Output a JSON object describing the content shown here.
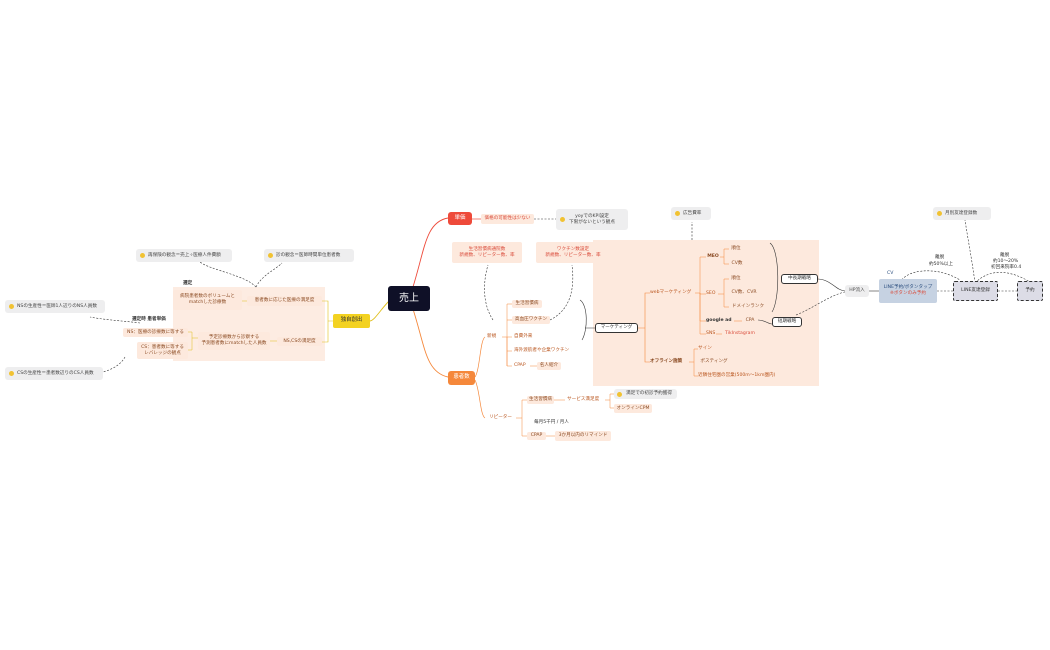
{
  "root": "売上",
  "branches": {
    "unit_price": "単価",
    "patients": "患者数",
    "competitive": "独自創出"
  },
  "unit_price_items": {
    "possibility": "価格の可能性は少ない",
    "yoy_note_line1": "yoyでのKPI設定",
    "yoy_note_line2": "下限がないという観点"
  },
  "patients_items": {
    "new": "新規",
    "repeater": "リピーター",
    "new_children": [
      "生活習慣病",
      "高血圧ワクチン",
      "自費外来",
      "海外渡航者や企業ワクチン",
      "CPAP"
    ],
    "cpap_note": "名人紹介",
    "repeater_children": [
      "生活習慣病",
      "CPAP"
    ],
    "service_improve": "サービス満足度",
    "continued_visit": "満足での初診予約獲得",
    "online_cpm": "オンラインCPM",
    "monthly_price": "毎月5千円 / 月人",
    "cpap_reminder": "3か月以内のリマインド",
    "kpi_note1_line1": "生活習慣病通院数",
    "kpi_note1_line2": "新規数、リピーター数、率",
    "kpi_note2_line1": "ワクチン数設定",
    "kpi_note2_line2": "新規数、リピーター数、率"
  },
  "marketing": {
    "label": "マーケティング",
    "web": "webマーケティング",
    "meo": "MEO",
    "meo_children": [
      "順位",
      "CV数"
    ],
    "seo": "SEO",
    "seo_children": [
      "順位",
      "CV数、CVR",
      "ドメインランク"
    ],
    "google_ad": "google ad",
    "cpa": "CPA",
    "sns": "SNS",
    "sns_detail": "TikInstagram",
    "offline": "オフライン施策",
    "offline_children": [
      "サイン",
      "ポスティング",
      "近隣住宅圏の営業(500m〜1km圏内)"
    ],
    "ad_cost": "広告費率"
  },
  "funnel": {
    "medium_long": "中長期戦略",
    "short": "短期戦略",
    "hp_visit": "HP流入",
    "cv": "CV",
    "line_friend": "LINE予約/ボタンタップ",
    "line_friend_sub": "※ボタンのみ予約",
    "line_reserve": "LINE友達登録",
    "reserve": "予約",
    "conv1_a": "離脱",
    "conv1_b": "約50%以上",
    "conv2_a": "離脱",
    "conv2_b": "約10〜20%",
    "conv2_c": "初回来院率0.4",
    "friend_count": "月別友達登録数"
  },
  "competitive_items": {
    "top_label": "選定",
    "doctor_line1": "病院患者数のボリュームと",
    "doctor_line2": "matchした診療数",
    "doctor_target": "患者数に応じた医療の満足度",
    "doctor_note": "診の観念＝医師時間単位患者数",
    "rev_note": "再保険の観念＝売上÷医療人件費額",
    "ns_line": "NS：医療の診療数に等する",
    "cs_line1": "CS：患者数に等する",
    "cs_line2": "レバレッジの観点",
    "pred_line1": "予定診療数から診察する",
    "pred_line2": "予測患者数にmatchした人員数",
    "staffing": "NS,CSの満足度",
    "sub_label": "選定時 患者単価",
    "ns_note": "NSの生産性＝医師1人辺りのNS人員数",
    "cs_note": "CSの生産性＝患者数辺りのCS人員数"
  },
  "colors": {
    "root": "#0f1027",
    "unit_price": "#ee4a3a",
    "patients": "#f5883b",
    "competitive": "#f3d221",
    "highlight": "#fde9dd"
  }
}
